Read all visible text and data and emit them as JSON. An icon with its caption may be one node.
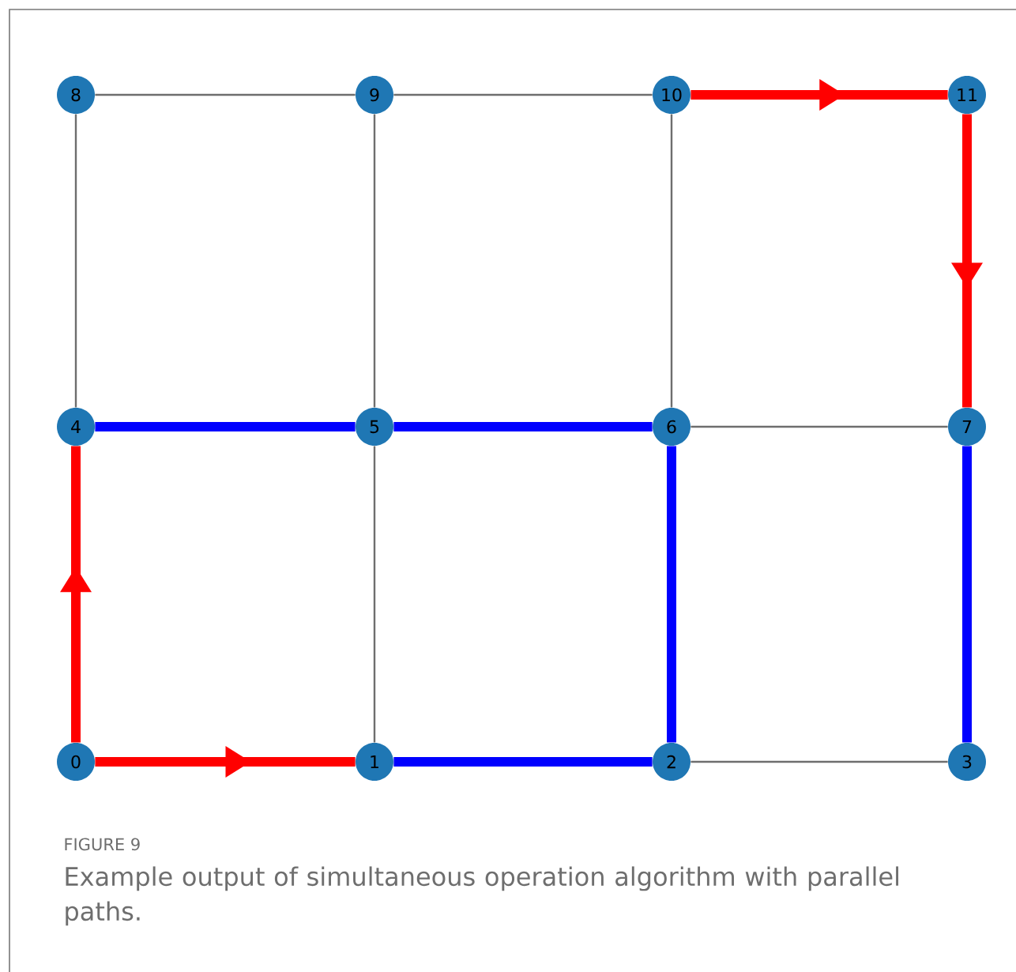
{
  "diagram": {
    "caption": "Example output of simultaneous operation algorithm with parallel paths.",
    "nodes": [
      {
        "text": [
          "0"
        ]
      },
      {
        "text": [
          "1"
        ]
      },
      {
        "text": [
          "2"
        ]
      },
      {
        "text": [
          "3"
        ]
      },
      {
        "text": [
          "4"
        ]
      },
      {
        "text": [
          "5"
        ]
      },
      {
        "text": [
          "6"
        ]
      },
      {
        "text": [
          "7"
        ]
      },
      {
        "text": [
          "8"
        ]
      },
      {
        "text": [
          "9"
        ]
      },
      {
        "text": [
          "10"
        ]
      },
      {
        "text": [
          "11"
        ]
      }
    ],
    "edges": [
      {
        "from": 0,
        "to": 1,
        "arrow": "to",
        "color": "#ff0000"
      },
      {
        "from": 1,
        "to": 2,
        "arrow": "none",
        "color": "#0000ff"
      },
      {
        "from": 2,
        "to": 3,
        "arrow": "none"
      },
      {
        "from": 4,
        "to": 5,
        "arrow": "none",
        "color": "#0000ff"
      },
      {
        "from": 5,
        "to": 6,
        "arrow": "none",
        "color": "#0000ff"
      },
      {
        "from": 6,
        "to": 7,
        "arrow": "none"
      },
      {
        "from": 8,
        "to": 9,
        "arrow": "none"
      },
      {
        "from": 9,
        "to": 10,
        "arrow": "none"
      },
      {
        "from": 10,
        "to": 11,
        "arrow": "to",
        "color": "#ff0000"
      },
      {
        "from": 0,
        "to": 4,
        "arrow": "to",
        "color": "#ff0000"
      },
      {
        "from": 4,
        "to": 8,
        "arrow": "none"
      },
      {
        "from": 1,
        "to": 5,
        "arrow": "none"
      },
      {
        "from": 5,
        "to": 9,
        "arrow": "none"
      },
      {
        "from": 2,
        "to": 6,
        "arrow": "none",
        "color": "#0000ff"
      },
      {
        "from": 6,
        "to": 10,
        "arrow": "none"
      },
      {
        "from": 3,
        "to": 7,
        "arrow": "none",
        "color": "#0000ff"
      },
      {
        "from": 11,
        "to": 7,
        "arrow": "to",
        "color": "#ff0000"
      }
    ],
    "labels": [
      "FIGURE 9"
    ]
  }
}
